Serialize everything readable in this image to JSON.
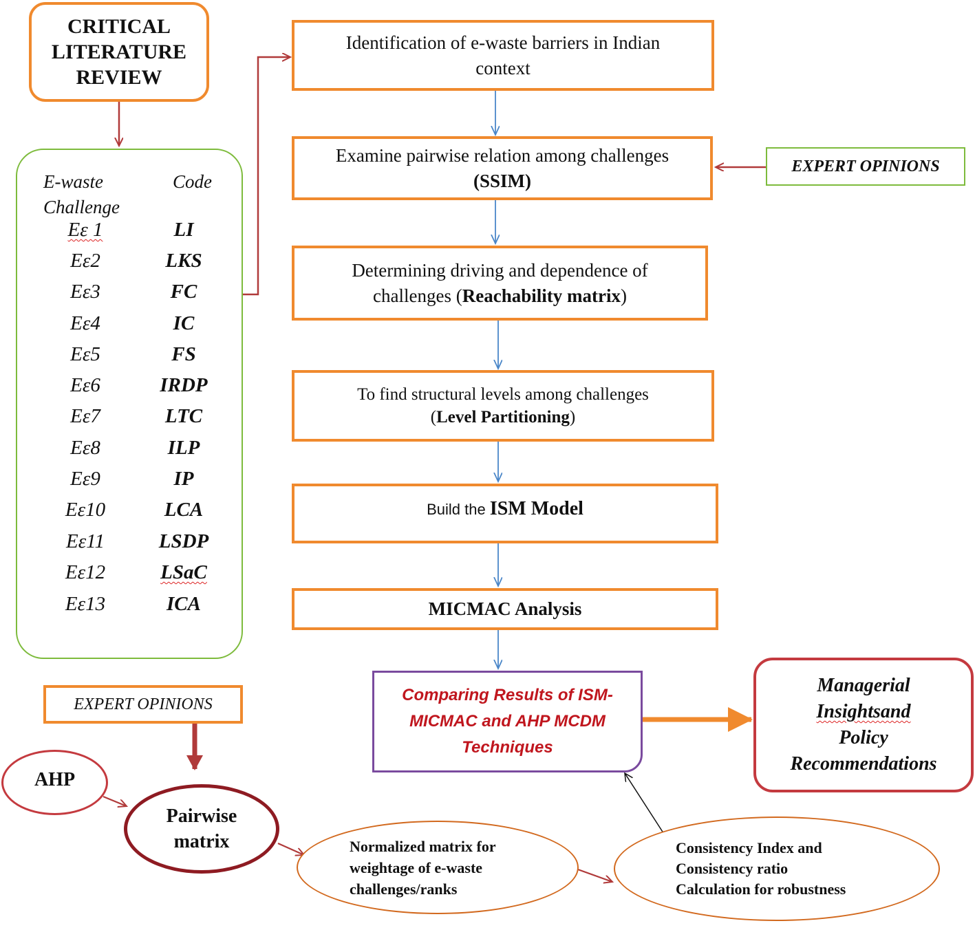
{
  "literature_review": {
    "lines": [
      "CRITICAL",
      "LITERATURE",
      "REVIEW"
    ]
  },
  "challenges": {
    "header_challenge": [
      "E-waste",
      "Challenge"
    ],
    "header_code": "Code",
    "rows": [
      {
        "id": "Eε 1",
        "code": "LI"
      },
      {
        "id": "Eε2",
        "code": "LKS"
      },
      {
        "id": "Eε3",
        "code": "FC"
      },
      {
        "id": "Eε4",
        "code": "IC"
      },
      {
        "id": "Eε5",
        "code": "FS"
      },
      {
        "id": "Eε6",
        "code": "IRDP"
      },
      {
        "id": "Eε7",
        "code": "LTC"
      },
      {
        "id": "Eε8",
        "code": "ILP"
      },
      {
        "id": "Eε9",
        "code": "IP"
      },
      {
        "id": "Eε10",
        "code": "LCA"
      },
      {
        "id": "Eε11",
        "code": "LSDP"
      },
      {
        "id": "Eε12",
        "code": "LSaC"
      },
      {
        "id": "Eε13",
        "code": "ICA"
      }
    ]
  },
  "steps": {
    "identification": {
      "line1": "Identification of e-waste barriers in Indian",
      "line2": "context"
    },
    "ssim": {
      "line1": "Examine pairwise relation among challenges",
      "line2_bold": "(SSIM)"
    },
    "reachability": {
      "line1": "Determining driving and dependence of",
      "line2_plain": "challenges (",
      "line2_bold": "Reachability matrix",
      "line2_end": ")"
    },
    "level": {
      "line1": "To find structural levels among challenges",
      "line2_plain": "(",
      "line2_bold": "Level Partitioning",
      "line2_end": ")"
    },
    "ism": {
      "plain": "Build the ",
      "bold": "ISM Model"
    },
    "micmac": {
      "bold": "MICMAC Analysis"
    }
  },
  "expert_top": "EXPERT OPINIONS",
  "expert_bottom": "EXPERT OPINIONS",
  "comparing": {
    "lines": [
      "Comparing Results of ISM-",
      "MICMAC and AHP MCDM",
      "Techniques"
    ]
  },
  "managerial": {
    "line1": "Managerial",
    "line2": "Insightsand",
    "line3": "Policy",
    "line4": "Recommendations"
  },
  "ahp": "AHP",
  "pairwise": {
    "line1": "Pairwise",
    "line2": "matrix"
  },
  "normalized": {
    "lines": [
      "Normalized matrix for",
      "weightage of e-waste",
      "challenges/ranks"
    ]
  },
  "consistency": {
    "lines": [
      "Consistency Index and",
      "Consistency ratio",
      "Calculation for robustness"
    ]
  },
  "colors": {
    "orange_border": "#f08a2e",
    "green_border": "#7dbb3c",
    "blue_arrow": "#4a86c8",
    "dark_red_arrow": "#b03a3a",
    "purple_border": "#7a4a9e",
    "red_text": "#c0161e",
    "maroon_border": "#8e1b22"
  }
}
